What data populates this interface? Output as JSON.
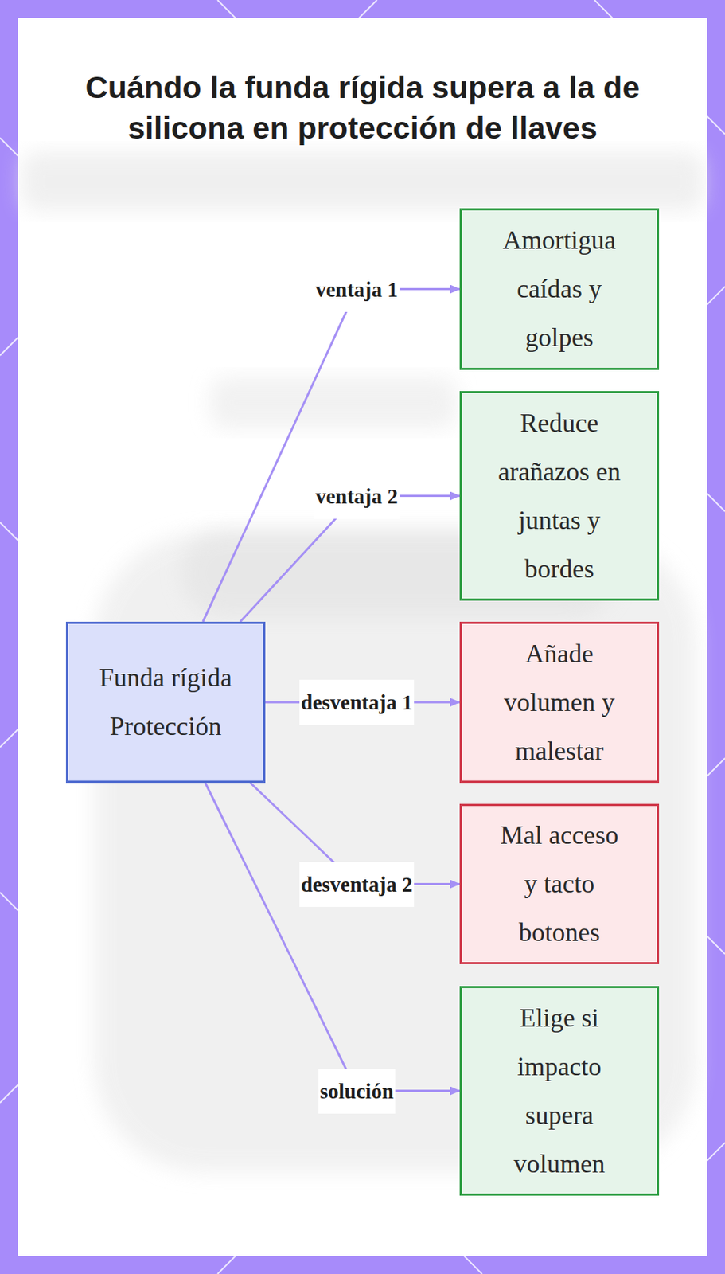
{
  "diagram": {
    "title": "Cuándo la funda rígida supera a la de silicona en protección de llaves",
    "nodes": [
      {
        "text": [
          "Funda rígida Protección"
        ]
      },
      {
        "text": [
          "Amortigua caídas y golpes"
        ]
      },
      {
        "text": [
          "Reduce arañazos en juntas y bordes"
        ]
      },
      {
        "text": [
          "Añade volumen y malestar"
        ]
      },
      {
        "text": [
          "Mal acceso y tacto botones"
        ]
      },
      {
        "text": [
          "Elige si impacto supera volumen"
        ]
      }
    ],
    "edges": [
      {
        "from": 0,
        "to": 1,
        "label": "ventaja 1",
        "arrow": "to"
      },
      {
        "from": 0,
        "to": 2,
        "label": "ventaja 2",
        "arrow": "to"
      },
      {
        "from": 0,
        "to": 3,
        "label": "desventaja 1",
        "arrow": "to"
      },
      {
        "from": 0,
        "to": 4,
        "label": "desventaja 2",
        "arrow": "to"
      },
      {
        "from": 0,
        "to": 5,
        "label": "solución",
        "arrow": "to"
      }
    ]
  }
}
